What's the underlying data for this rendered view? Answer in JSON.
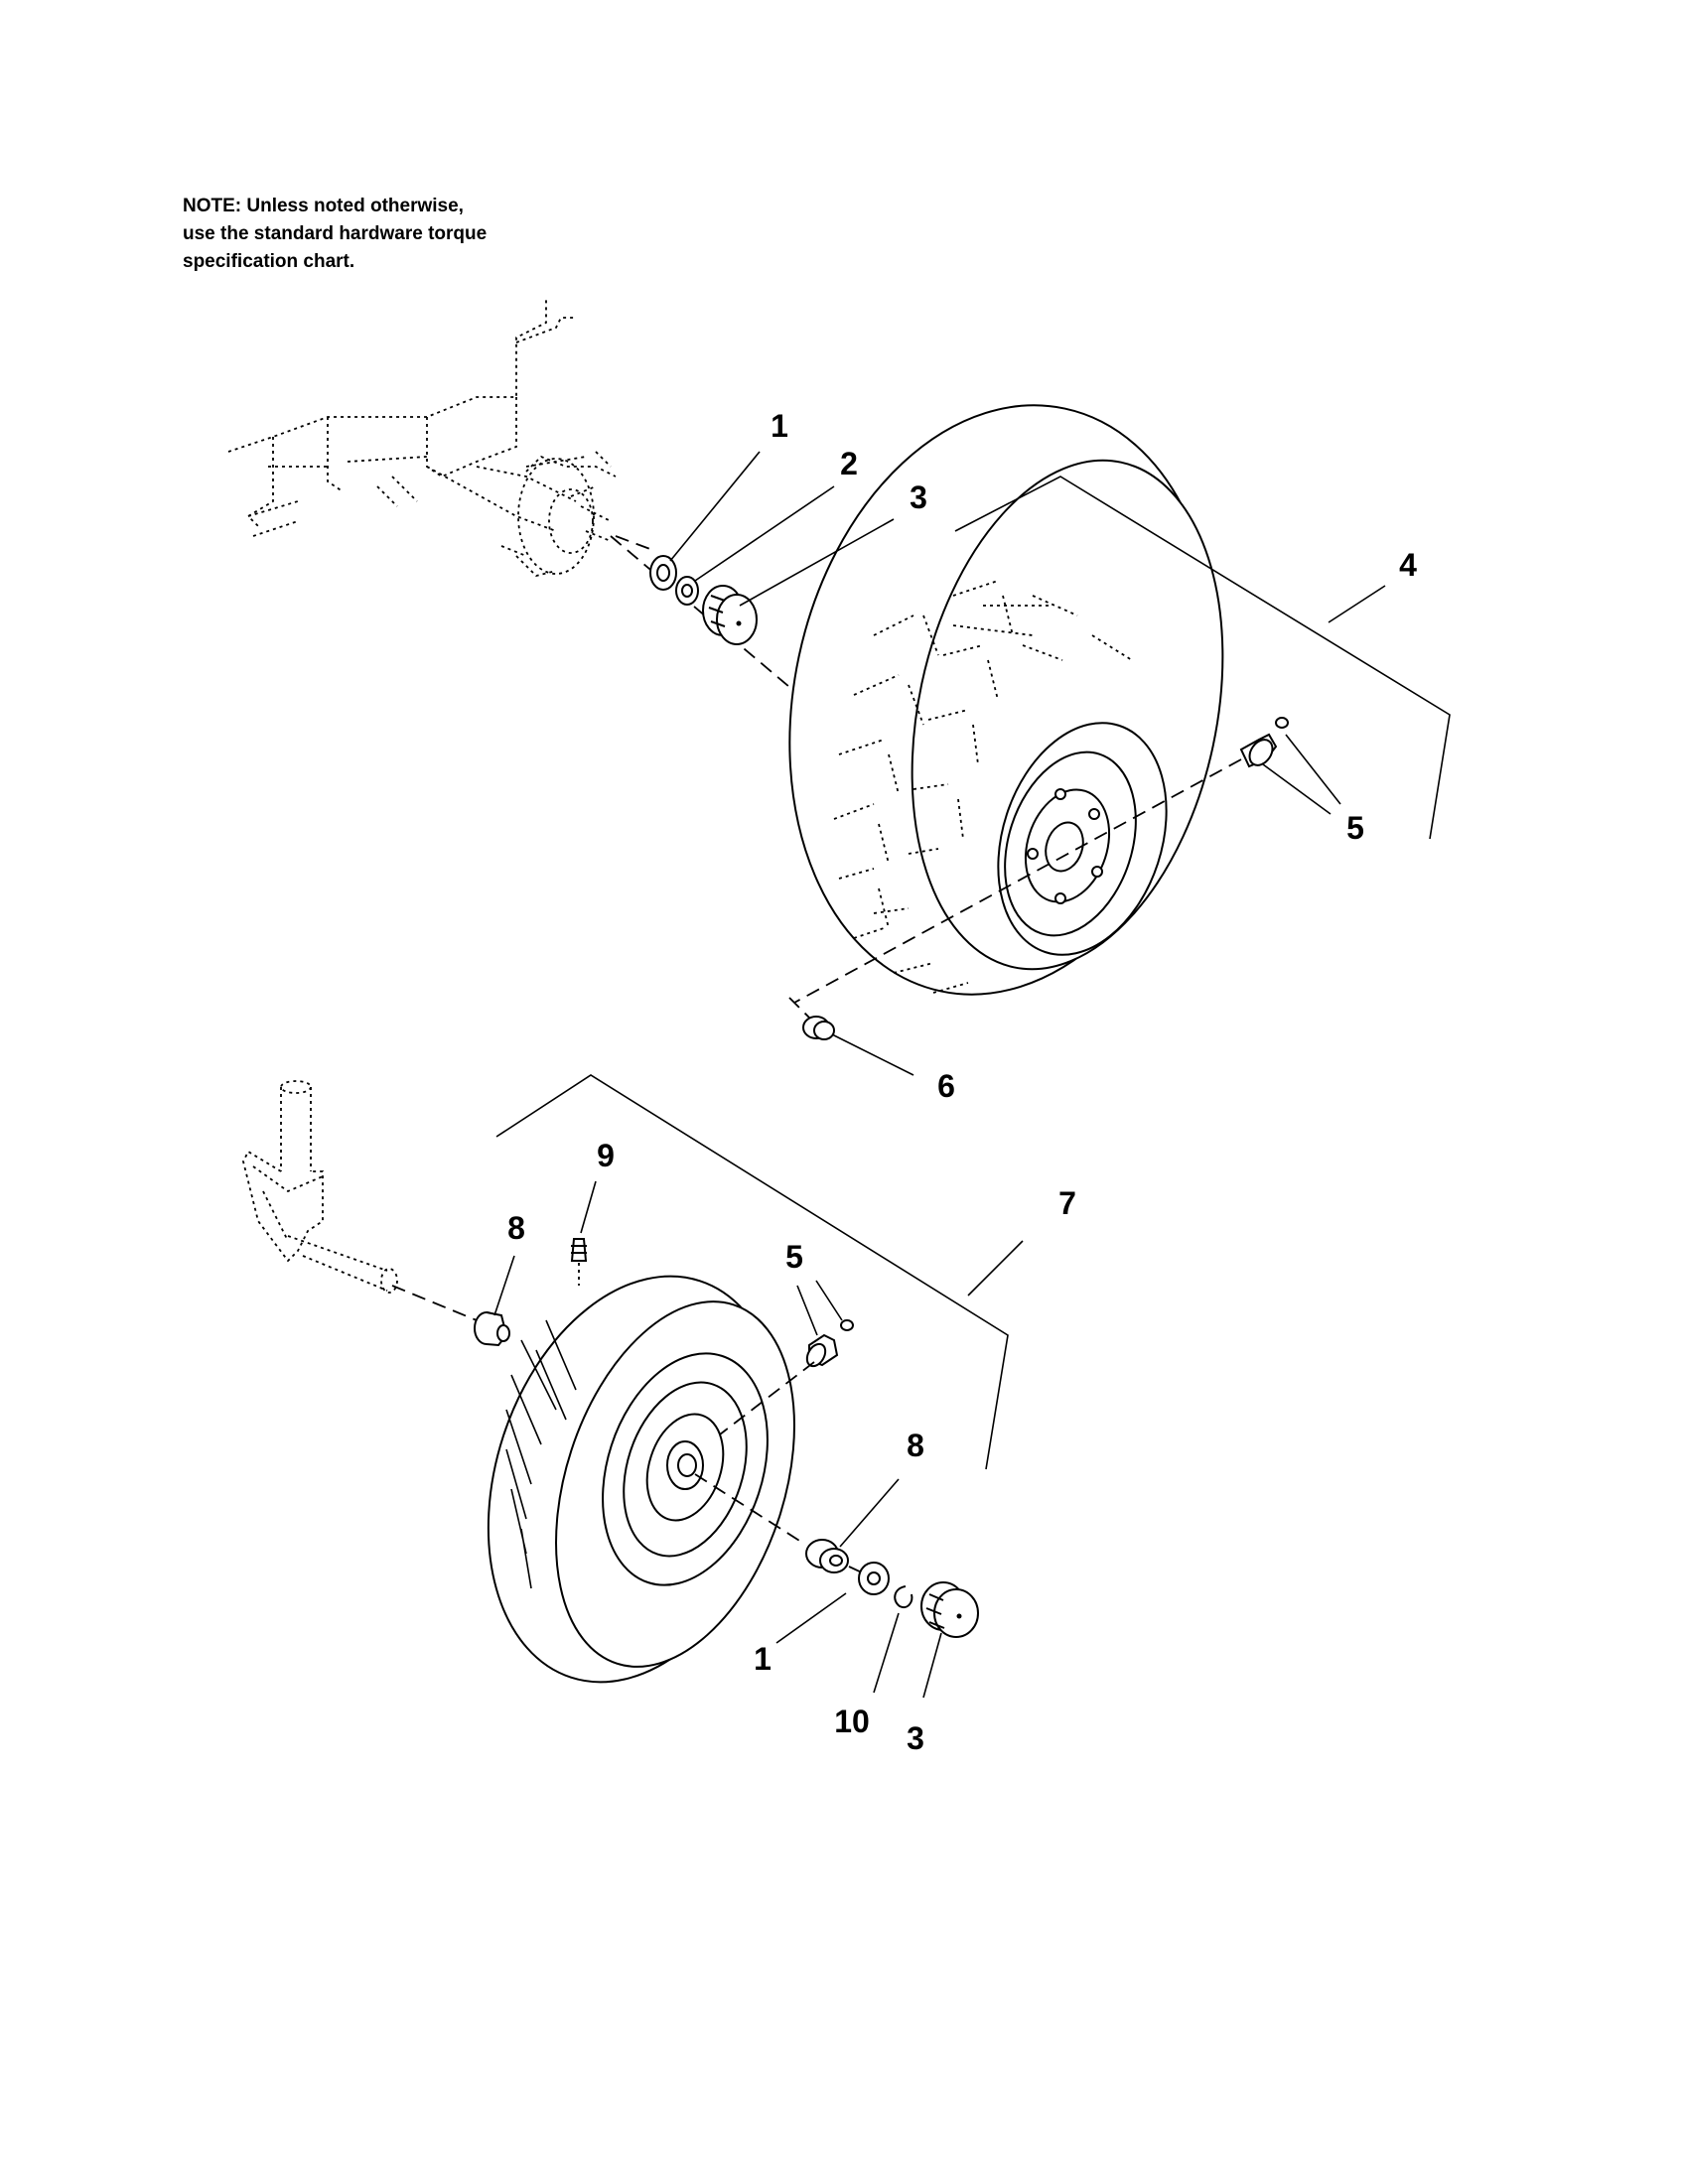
{
  "note": {
    "line1": "NOTE: Unless noted otherwise,",
    "line2": "use the standard hardware torque",
    "line3": "specification chart."
  },
  "callouts": {
    "rear_1": "1",
    "rear_2": "2",
    "rear_3": "3",
    "rear_4": "4",
    "rear_5": "5",
    "rear_6": "6",
    "front_7": "7",
    "front_8_left": "8",
    "front_9": "9",
    "front_5": "5",
    "front_8_right": "8",
    "front_1": "1",
    "front_10": "10",
    "front_3": "3"
  }
}
